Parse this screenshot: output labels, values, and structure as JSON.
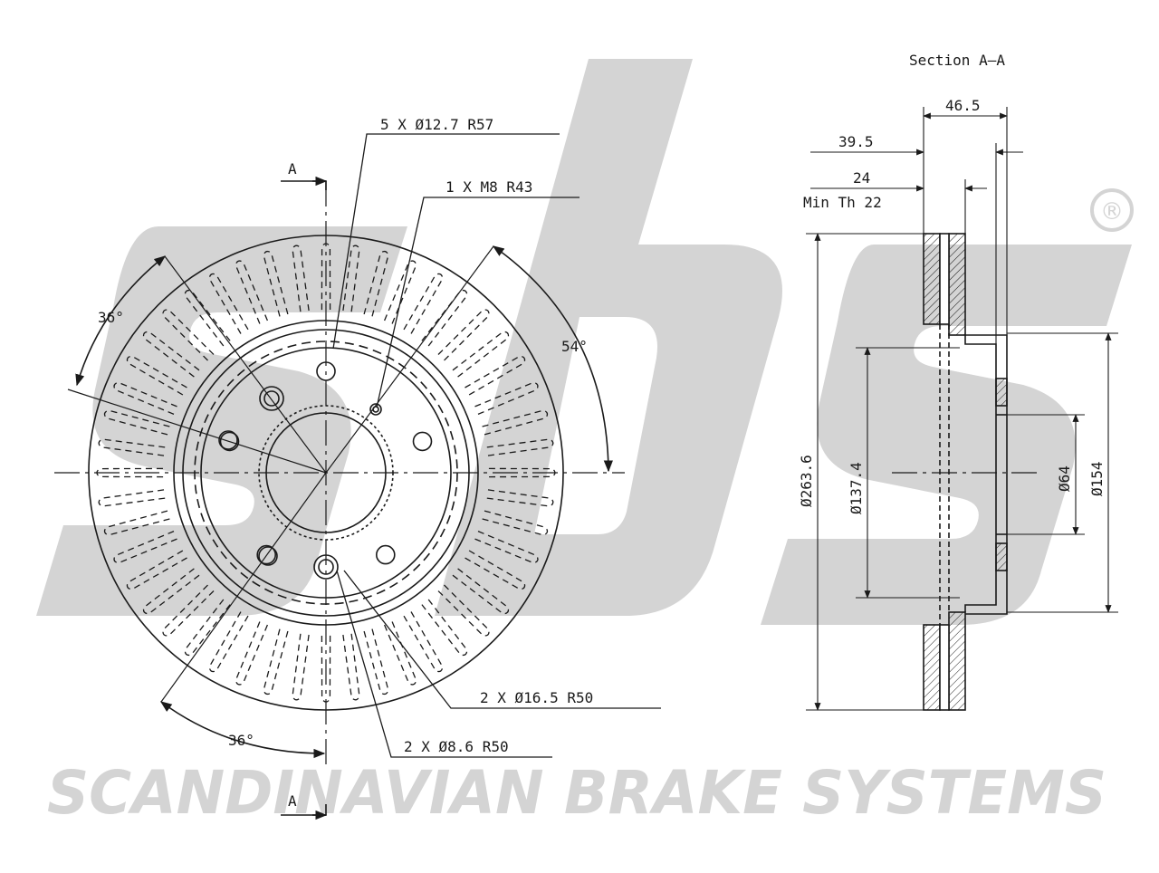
{
  "section_title": "Section A–A",
  "brand": {
    "name": "SCANDINAVIAN BRAKE SYSTEMS",
    "logo_text": "sbs",
    "registered_mark": "®",
    "watermark_color": "#d4d4d4"
  },
  "front_view": {
    "section_marker_top": "A",
    "section_marker_bottom": "A",
    "angle_top_left": "36°",
    "angle_right": "54°",
    "angle_bottom": "36°",
    "callouts": {
      "bolt_holes": "5 X Ø12.7 R57",
      "thread": "1 X M8 R43",
      "large_holes": "2 X Ø16.5 R50",
      "small_holes": "2 X Ø8.6 R50"
    }
  },
  "section_view": {
    "total_height": "46.5",
    "hat_offset": "39.5",
    "thickness": "24",
    "min_thickness": "Min Th 22",
    "outer_diameter": "Ø263.6",
    "hat_outer_diameter": "Ø137.4",
    "center_bore": "Ø64",
    "hub_diameter": "Ø154"
  },
  "line_color": "#1a1a1a"
}
